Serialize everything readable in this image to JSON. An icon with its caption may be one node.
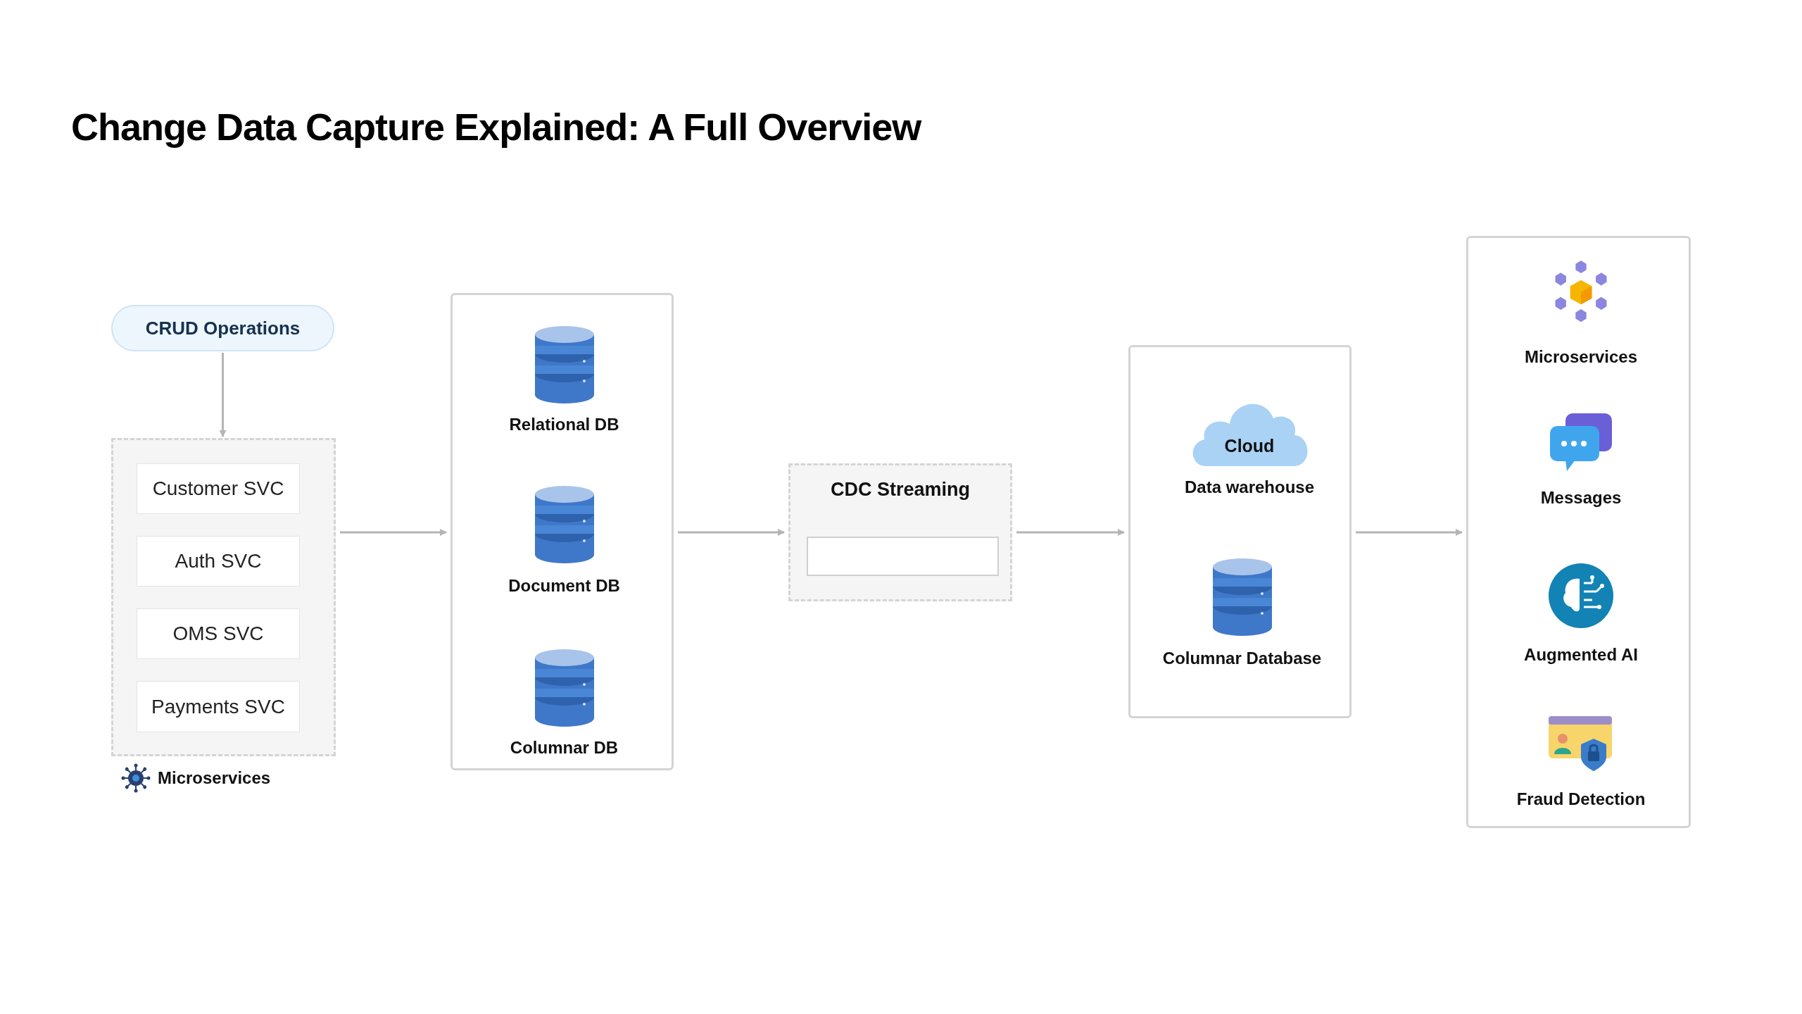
{
  "diagram": {
    "title": "Change Data Capture Explained: A Full Overview",
    "nodes": [
      {
        "text": [
          "CRUD Operations"
        ]
      },
      {
        "text": [
          "Microservices"
        ]
      },
      {
        "text": [
          "Customer SVC"
        ],
        "in": 1
      },
      {
        "text": [
          "Auth SVC"
        ],
        "in": 1
      },
      {
        "text": [
          "OMS SVC"
        ],
        "in": 1
      },
      {
        "text": [
          "Payments SVC"
        ],
        "in": 1
      },
      {
        "text": [],
        "shape": "box"
      },
      {
        "text": [
          "Relational DB"
        ],
        "in": 6
      },
      {
        "text": [
          "Document DB"
        ],
        "in": 6
      },
      {
        "text": [
          "Columnar DB"
        ],
        "in": 6
      },
      {
        "text": [
          "CDC Streaming"
        ]
      },
      {
        "text": [],
        "shape": "box",
        "in": 10
      },
      {
        "text": [],
        "shape": "box"
      },
      {
        "text": [
          "Cloud"
        ],
        "beside": [
          "Data warehouse"
        ],
        "in": 12
      },
      {
        "text": [
          "Columnar Database"
        ],
        "in": 12
      },
      {
        "text": [],
        "shape": "box"
      },
      {
        "text": [
          "Microservices"
        ],
        "in": 15
      },
      {
        "text": [
          "Messages"
        ],
        "in": 15
      },
      {
        "text": [
          "Augmented AI"
        ],
        "in": 15
      },
      {
        "text": [
          "Fraud Detection"
        ],
        "in": 15
      }
    ],
    "edges": [
      {
        "from": 0,
        "to": 1,
        "arrow": "to"
      },
      {
        "from": 1,
        "to": 6,
        "arrow": "to"
      },
      {
        "from": 6,
        "to": 10,
        "arrow": "to"
      },
      {
        "from": 10,
        "to": 12,
        "arrow": "to"
      },
      {
        "from": 12,
        "to": 15,
        "arrow": "to"
      }
    ]
  }
}
